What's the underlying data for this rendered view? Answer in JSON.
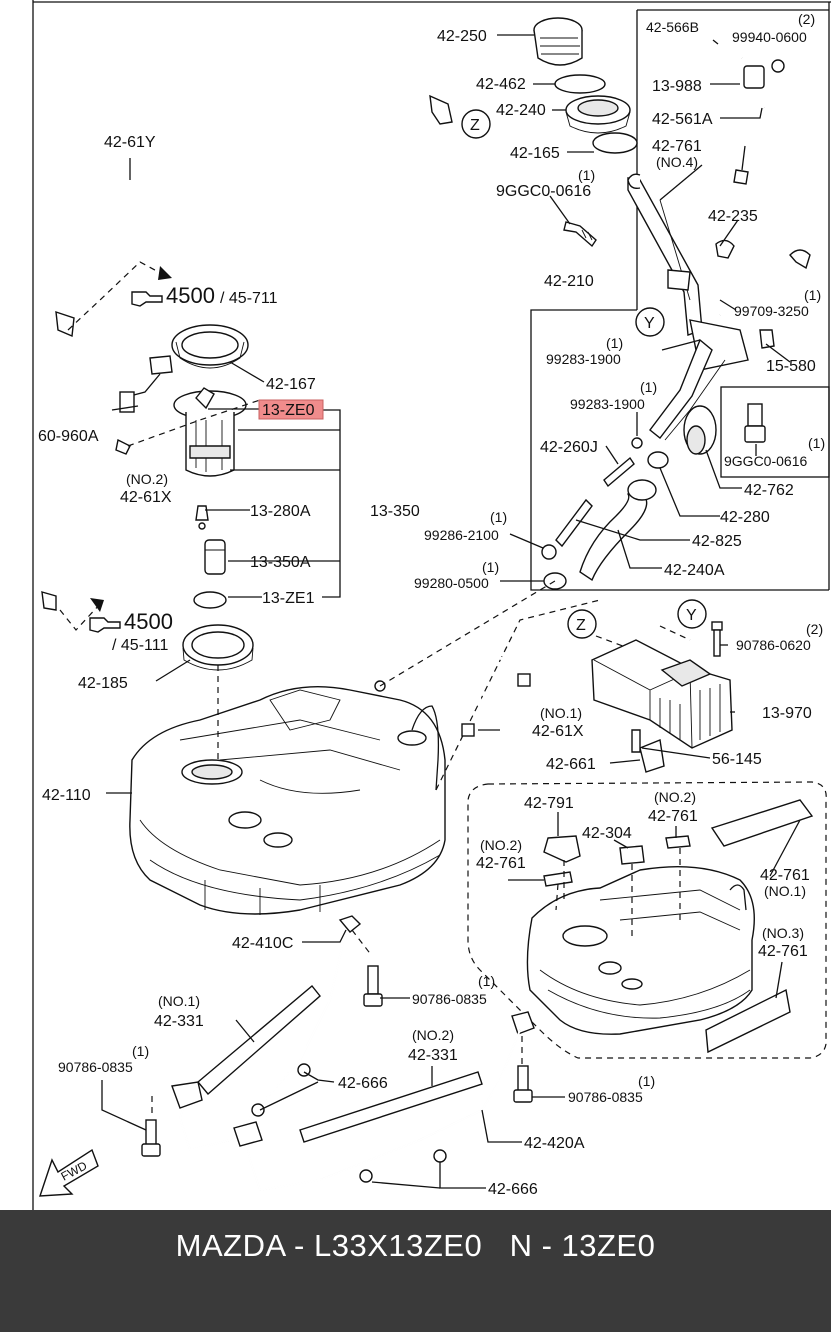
{
  "diagram": {
    "highlight_color": "#f08c8c",
    "labels": {
      "l42250": "42-250",
      "l42566b": "42-566B",
      "l99940q": "(2)",
      "l99940": "99940-0600",
      "l42462": "42-462",
      "l13988": "13-988",
      "l42240": "42-240",
      "l42561a": "42-561A",
      "l42165": "42-165",
      "l42761no4": "42-761",
      "l42761no4sub": "(NO.4)",
      "l42z": "Z",
      "l4261y": "42-61Y",
      "l9ggcq": "(1)",
      "l9ggc": "9GGC0-0616",
      "l42235": "42-235",
      "l4500a": "4500",
      "l45711": "/ 45-711",
      "l42210": "42-210",
      "l99709q": "(1)",
      "l99709": "99709-3250",
      "l99283aq": "(1)",
      "l99283a": "99283-1900",
      "ly1": "Y",
      "l15580": "15-580",
      "l42167": "42-167",
      "l99283bq": "(1)",
      "l99283b": "99283-1900",
      "l13ze0": "13-ZE0",
      "l60960a": "60-960A",
      "l9ggcbq": "(1)",
      "l9ggcb": "9GGC0-0616",
      "l42260j": "42-260J",
      "l4261xno2": "(NO.2)",
      "l4261x": "42-61X",
      "l42762": "42-762",
      "l13280a": "13-280A",
      "l13350": "13-350",
      "l42280": "42-280",
      "l99286q": "(1)",
      "l99286": "99286-2100",
      "l42825": "42-825",
      "l13350a": "13-350A",
      "l42240a": "42-240A",
      "l99280q": "(1)",
      "l99280": "99280-0500",
      "l13ze1": "13-ZE1",
      "l4500b": "4500",
      "l45111": "/ 45-111",
      "lz2": "Z",
      "ly2": "Y",
      "l90786aq": "(2)",
      "l90786a": "90786-0620",
      "l42185": "42-185",
      "l4261xno1": "(NO.1)",
      "l4261x2": "42-61X",
      "l13970": "13-970",
      "l42661": "42-661",
      "l56145": "56-145",
      "l42110": "42-110",
      "l42791": "42-791",
      "l42761no2aq": "(NO.2)",
      "l42761no2a": "42-761",
      "l42304": "42-304",
      "l42761no2bq": "(NO.2)",
      "l42761no2b": "42-761",
      "l42761no1": "42-761",
      "l42761no1sub": "(NO.1)",
      "l42410c": "42-410C",
      "l42761no3q": "(NO.3)",
      "l42761no3": "42-761",
      "l90786bq": "(1)",
      "l90786b": "90786-0835",
      "l42331no1q": "(NO.1)",
      "l42331no1": "42-331",
      "l42331no2q": "(NO.2)",
      "l42331no2": "42-331",
      "l90786cq": "(1)",
      "l90786c": "90786-0835",
      "l42666a": "42-666",
      "l90786dq": "(1)",
      "l90786d": "90786-0835",
      "l42420a": "42-420A",
      "l42666b": "42-666",
      "lfwd": "FWD"
    }
  },
  "footer": {
    "title": "MAZDA - L33X13ZE0   N - 13ZE0"
  }
}
